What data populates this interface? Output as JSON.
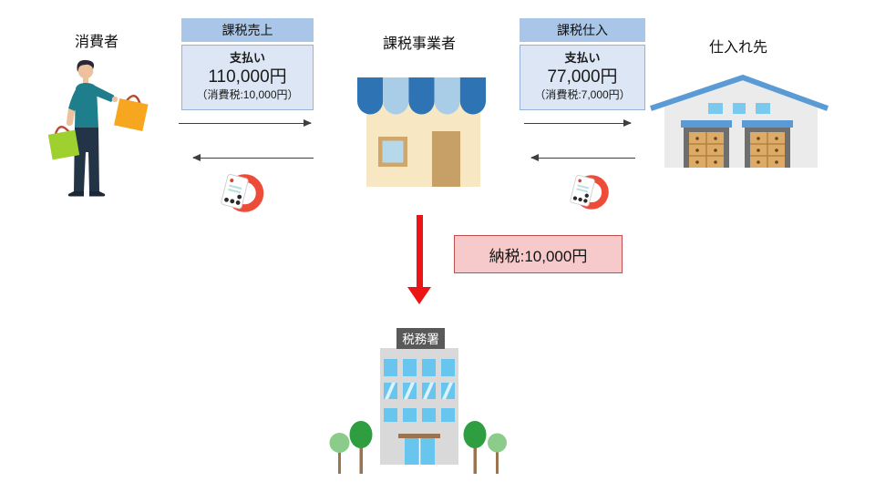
{
  "actors": {
    "consumer": {
      "label": "消費者"
    },
    "business": {
      "label": "課税事業者"
    },
    "supplier": {
      "label": "仕入れ先"
    },
    "tax_office": {
      "sign": "税務署"
    }
  },
  "flow_boxes": {
    "sales": {
      "header": "課税売上",
      "payment_label": "支払い",
      "amount": "110,000円",
      "tax_note": "（消費税:10,000円）"
    },
    "purchase": {
      "header": "課税仕入",
      "payment_label": "支払い",
      "amount": "77,000円",
      "tax_note": "（消費税:7,000円）"
    }
  },
  "tax_payment": {
    "label": "納税:10,000円"
  },
  "icons": {
    "consumer": "shopping-person-icon",
    "business": "store-icon",
    "supplier": "warehouse-icon",
    "tax_office": "government-building-icon",
    "left_exchange": "cash-register-icon",
    "right_exchange": "cash-register-icon"
  },
  "colors": {
    "box_header_fill": "#a9c6e8",
    "box_body_fill": "#dce6f4",
    "box_border": "#95b3d7",
    "tax_box_fill": "#f6caca",
    "tax_box_border": "#c0504d",
    "red_arrow": "#ec1515",
    "flow_arrow": "#3f3f3f",
    "awning_dark_blue": "#2e74b5",
    "awning_light_blue": "#a9cde7",
    "roof_blue": "#5b9bd5",
    "window_blue": "#68c5ee"
  }
}
